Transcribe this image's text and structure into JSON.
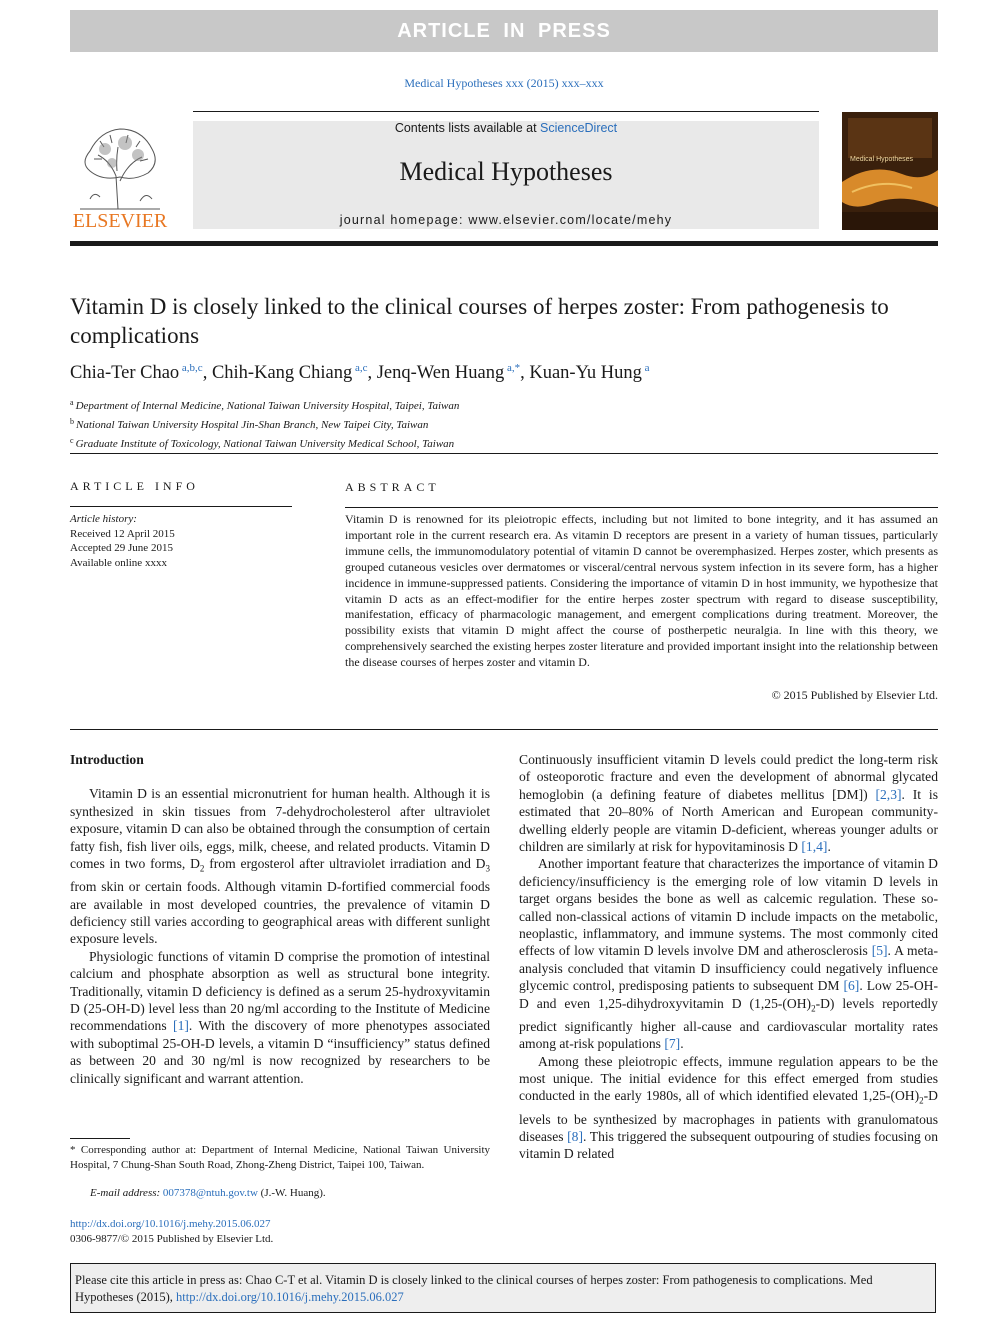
{
  "banner": "ARTICLE IN PRESS",
  "journal_ref": "Medical Hypotheses xxx (2015) xxx–xxx",
  "header": {
    "publisher": "ELSEVIER",
    "contents_prefix": "Contents lists available at ",
    "contents_link": "ScienceDirect",
    "journal_title": "Medical Hypotheses",
    "homepage": "journal homepage: www.elsevier.com/locate/mehy"
  },
  "cover": {
    "title": "Medical Hypotheses",
    "colors": {
      "dark": "#4a2a10",
      "accent": "#d88a2a",
      "light": "#f0c060"
    }
  },
  "article": {
    "title": "Vitamin D is closely linked to the clinical courses of herpes zoster: From pathogenesis to complications",
    "authors": [
      {
        "name": "Chia-Ter Chao",
        "sup": "a,b,c",
        "sep": ", "
      },
      {
        "name": "Chih-Kang Chiang",
        "sup": "a,c",
        "sep": ", "
      },
      {
        "name": "Jenq-Wen Huang",
        "sup": "a,*",
        "sep": ", "
      },
      {
        "name": "Kuan-Yu Hung",
        "sup": "a",
        "sep": ""
      }
    ],
    "affiliations": [
      {
        "mark": "a",
        "text": "Department of Internal Medicine, National Taiwan University Hospital, Taipei, Taiwan"
      },
      {
        "mark": "b",
        "text": "National Taiwan University Hospital Jin-Shan Branch, New Taipei City, Taiwan"
      },
      {
        "mark": "c",
        "text": "Graduate Institute of Toxicology, National Taiwan University Medical School, Taiwan"
      }
    ]
  },
  "article_info": {
    "label": "ARTICLE INFO",
    "history_label": "Article history:",
    "received": "Received 12 April 2015",
    "accepted": "Accepted 29 June 2015",
    "online": "Available online xxxx"
  },
  "abstract": {
    "label": "ABSTRACT",
    "text": "Vitamin D is renowned for its pleiotropic effects, including but not limited to bone integrity, and it has assumed an important role in the current research era. As vitamin D receptors are present in a variety of human tissues, particularly immune cells, the immunomodulatory potential of vitamin D cannot be overemphasized. Herpes zoster, which presents as grouped cutaneous vesicles over dermatomes or visceral/central nervous system infection in its severe form, has a higher incidence in immune-suppressed patients. Considering the importance of vitamin D in host immunity, we hypothesize that vitamin D acts as an effect-modifier for the entire herpes zoster spectrum with regard to disease susceptibility, manifestation, efficacy of pharmacologic management, and emergent complications during treatment. Moreover, the possibility exists that vitamin D might affect the course of postherpetic neuralgia. In line with this theory, we comprehensively searched the existing herpes zoster literature and provided important insight into the relationship between the disease courses of herpes zoster and vitamin D.",
    "copyright": "© 2015 Published by Elsevier Ltd."
  },
  "body": {
    "intro_heading": "Introduction",
    "l1": "Vitamin D is an essential micronutrient for human health. Although it is synthesized in skin tissues from 7-dehydrocholesterol after ultraviolet exposure, vitamin D can also be obtained through the consumption of certain fatty fish, fish liver oils, eggs, milk, cheese, and related products. Vitamin D comes in two forms, D",
    "l1_sub1": "2",
    "l1_b": " from ergosterol after ultraviolet irradiation and D",
    "l1_sub2": "3",
    "l1_c": " from skin or certain foods. Although vitamin D-fortified commercial foods are available in most developed countries, the prevalence of vitamin D deficiency still varies according to geographical areas with different sunlight exposure levels.",
    "l2_a": "Physiologic functions of vitamin D comprise the promotion of intestinal calcium and phosphate absorption as well as structural bone integrity. Traditionally, vitamin D deficiency is defined as a serum 25-hydroxyvitamin D (25-OH-D) level less than 20 ng/ml according to the Institute of Medicine recommendations ",
    "l2_ref1": "[1]",
    "l2_b": ". With the discovery of more phenotypes associated with suboptimal 25-OH-D levels, a vitamin D “insufficiency” status defined as between 20 and 30 ng/ml is now recognized by researchers to be clinically significant and warrant attention.",
    "r1_a": "Continuously insufficient vitamin D levels could predict the long-term risk of osteoporotic fracture and even the development of abnormal glycated hemoglobin (a defining feature of diabetes mellitus [DM]) ",
    "r1_ref1": "[2,3]",
    "r1_b": ". It is estimated that 20–80% of North American and European community-dwelling elderly people are vitamin D-deficient, whereas younger adults or children are similarly at risk for hypovitaminosis D ",
    "r1_ref2": "[1,4]",
    "r1_c": ".",
    "r2_a": "Another important feature that characterizes the importance of vitamin D deficiency/insufficiency is the emerging role of low vitamin D levels in target organs besides the bone as well as calcemic regulation. These so-called non-classical actions of vitamin D include impacts on the metabolic, neoplastic, inflammatory, and immune systems. The most commonly cited effects of low vitamin D levels involve DM and atherosclerosis ",
    "r2_ref1": "[5]",
    "r2_b": ". A meta-analysis concluded that vitamin D insufficiency could negatively influence glycemic control, predisposing patients to subsequent DM ",
    "r2_ref2": "[6]",
    "r2_c": ". Low 25-OH-D and even 1,25-dihydroxyvitamin D (1,25-(OH)",
    "r2_sub": "2",
    "r2_d": "-D) levels reportedly predict significantly higher all-cause and cardiovascular mortality rates among at-risk populations ",
    "r2_ref3": "[7]",
    "r2_e": ".",
    "r3_a": "Among these pleiotropic effects, immune regulation appears to be the most unique. The initial evidence for this effect emerged from studies conducted in the early 1980s, all of which identified elevated 1,25-(OH)",
    "r3_sub": "2",
    "r3_b": "-D levels to be synthesized by macrophages in patients with granulomatous diseases ",
    "r3_ref1": "[8]",
    "r3_c": ". This triggered the subsequent outpouring of studies focusing on vitamin D related"
  },
  "footnote": {
    "text": "* Corresponding author at: Department of Internal Medicine, National Taiwan University Hospital, 7 Chung-Shan South Road, Zhong-Zheng District, Taipei 100, Taiwan.",
    "email_label": "E-mail address:",
    "email": "007378@ntuh.gov.tw",
    "email_suffix": " (J.-W. Huang)."
  },
  "doi": {
    "link": "http://dx.doi.org/10.1016/j.mehy.2015.06.027",
    "issn": "0306-9877/© 2015 Published by Elsevier Ltd."
  },
  "cite": {
    "text": "Please cite this article in press as: Chao C-T et al. Vitamin D is closely linked to the clinical courses of herpes zoster: From pathogenesis to complications. Med Hypotheses (2015), ",
    "link": "http://dx.doi.org/10.1016/j.mehy.2015.06.027"
  }
}
